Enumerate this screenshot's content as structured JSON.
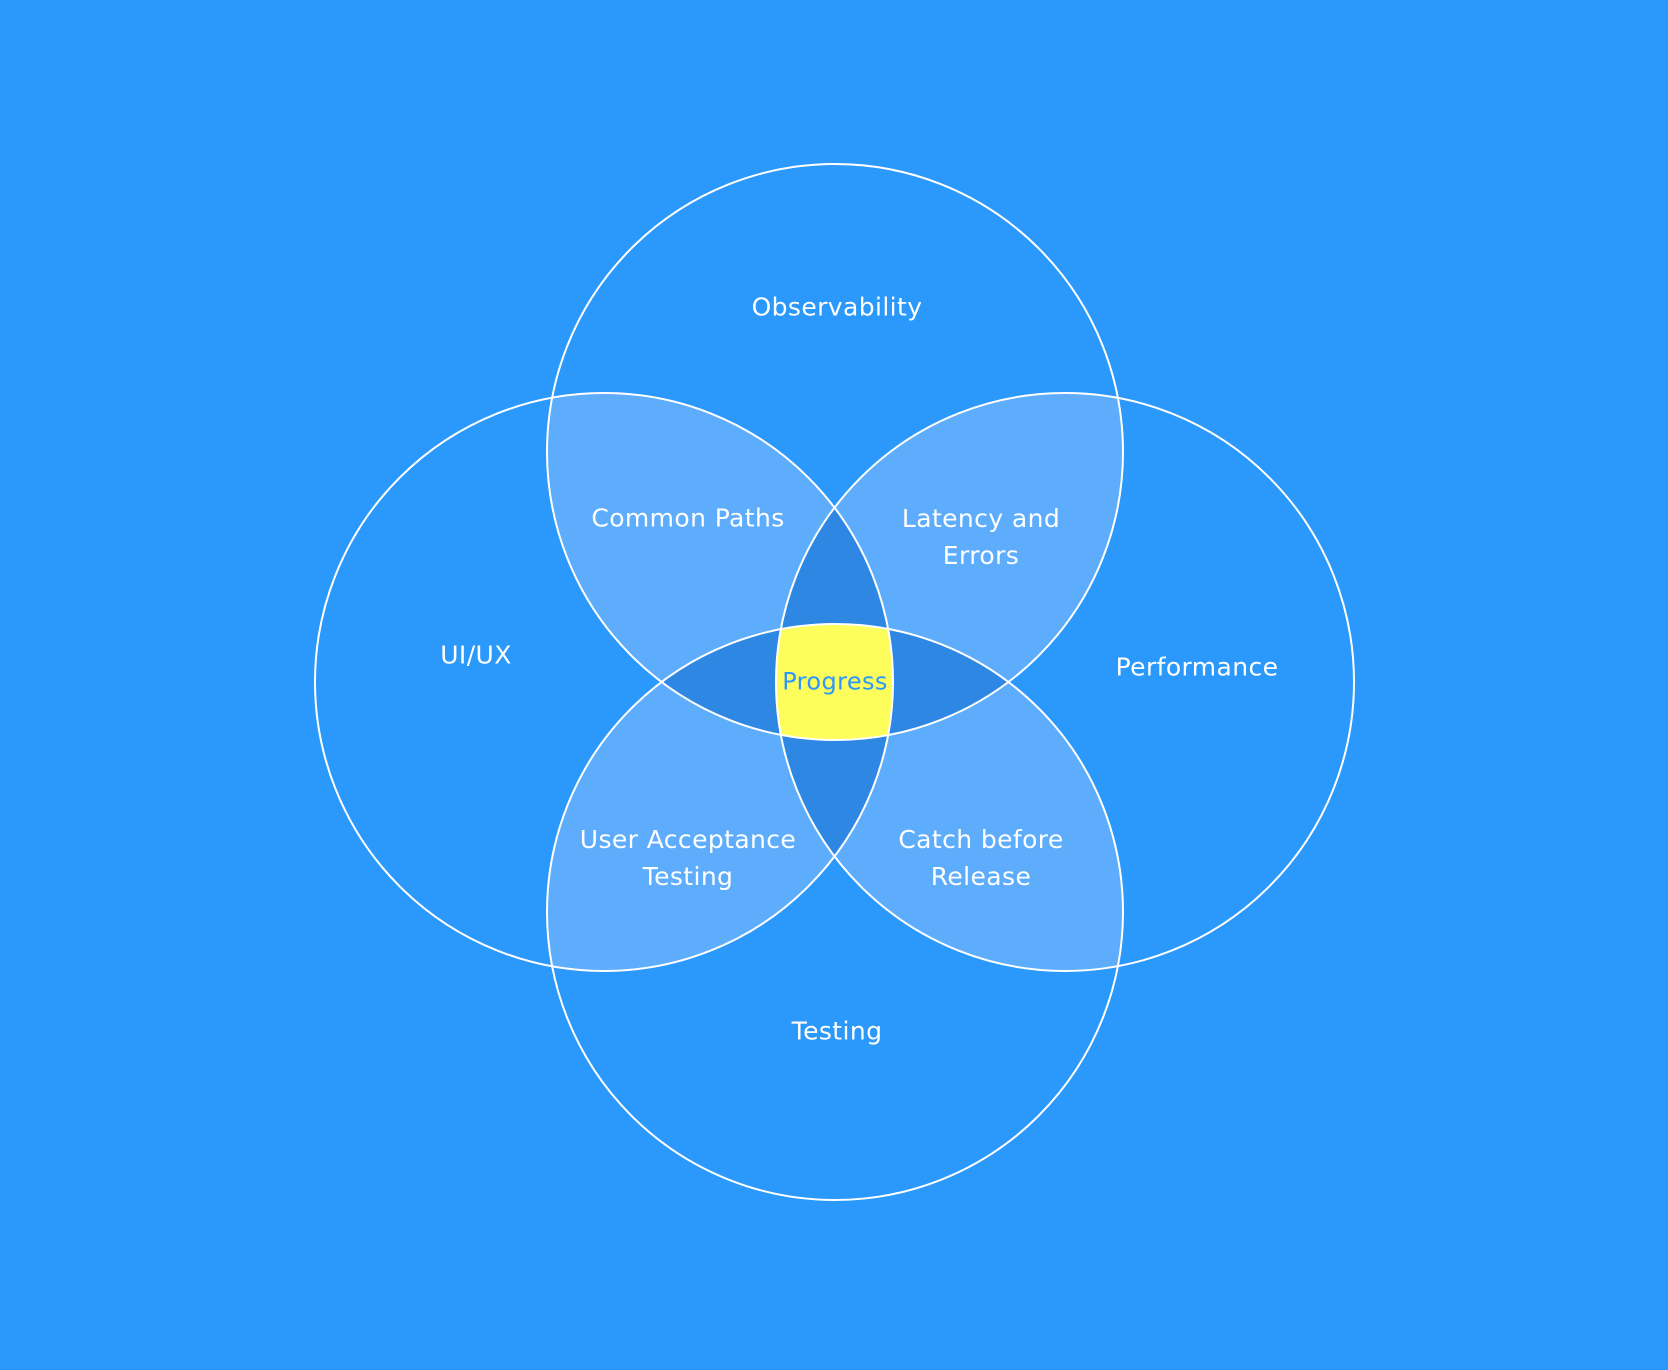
{
  "colors": {
    "background": "#2b98fc",
    "circle_stroke": "#ffffff",
    "pair_overlap": "#5eadfd",
    "triple_overlap": "#2e88e3",
    "center": "#fdfd5b",
    "label_text": "#ffffff",
    "center_text": "#2b98fc"
  },
  "diagram": {
    "sets": [
      {
        "id": "top",
        "label": "Observability"
      },
      {
        "id": "left",
        "label": "UI/UX"
      },
      {
        "id": "right",
        "label": "Performance"
      },
      {
        "id": "bottom",
        "label": "Testing"
      }
    ],
    "intersections": [
      {
        "id": "top-left",
        "sets": [
          "top",
          "left"
        ],
        "lines": [
          "Common Paths"
        ]
      },
      {
        "id": "top-right",
        "sets": [
          "top",
          "right"
        ],
        "lines": [
          "Latency and",
          "Errors"
        ]
      },
      {
        "id": "bottom-left",
        "sets": [
          "bottom",
          "left"
        ],
        "lines": [
          "User Acceptance",
          "Testing"
        ]
      },
      {
        "id": "bottom-right",
        "sets": [
          "bottom",
          "right"
        ],
        "lines": [
          "Catch before",
          "Release"
        ]
      }
    ],
    "center": {
      "label": "Progress"
    }
  }
}
